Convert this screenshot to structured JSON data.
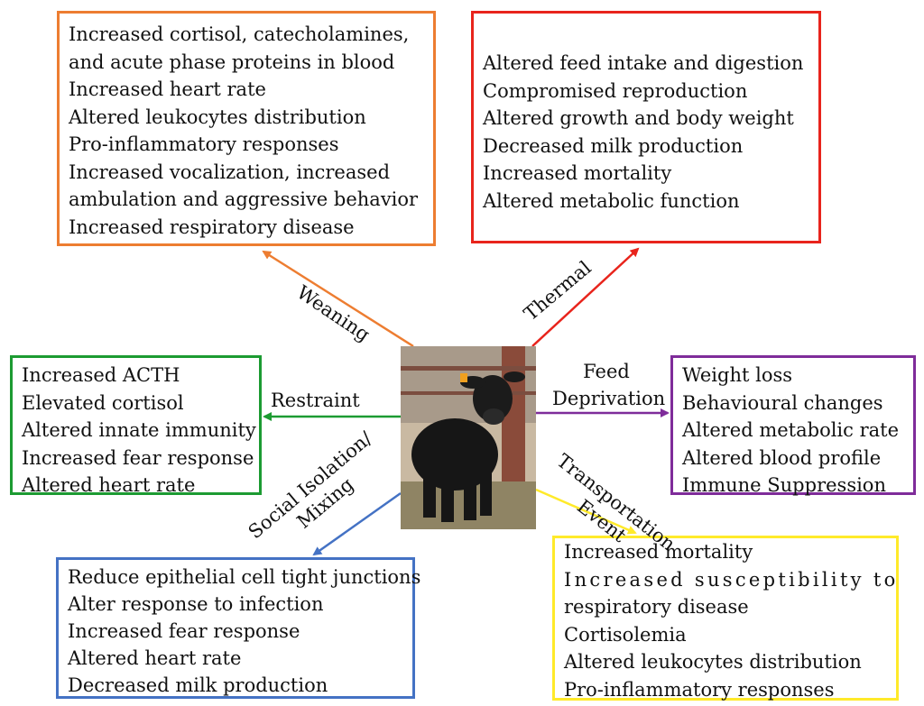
{
  "stressors": {
    "weaning": {
      "label": "Weaning",
      "color": "#ed7d31",
      "effects": [
        "Increased cortisol, catecholamines,",
        "and acute phase proteins in blood",
        "Increased heart rate",
        "Altered leukocytes distribution",
        "Pro-inflammatory responses",
        "Increased vocalization, increased",
        "ambulation and aggressive behavior",
        "Increased respiratory disease"
      ]
    },
    "thermal": {
      "label": "Thermal",
      "color": "#e8241c",
      "effects": [
        "Altered feed intake and digestion",
        "Compromised reproduction",
        "Altered growth and body weight",
        "Decreased milk production",
        "Increased mortality",
        "Altered metabolic function"
      ]
    },
    "restraint": {
      "label": "Restraint",
      "color": "#1c9b32",
      "effects": [
        "Increased ACTH",
        "Elevated cortisol",
        "Altered innate immunity",
        "Increased fear response",
        "Altered heart rate"
      ]
    },
    "feed_deprivation": {
      "label_line1": "Feed",
      "label_line2": "Deprivation",
      "color": "#7f2c9a",
      "effects": [
        "Weight loss",
        "Behavioural changes",
        "Altered metabolic rate",
        "Altered blood profile",
        "Immune Suppression"
      ]
    },
    "social_isolation": {
      "label_line1": "Social Isolation/",
      "label_line2": "Mixing",
      "color": "#4472c4",
      "effects": [
        "Reduce epithelial cell tight junctions",
        "Alter response to infection",
        "Increased fear response",
        "Altered heart rate",
        "Decreased milk production"
      ]
    },
    "transportation": {
      "label_line1": "Transportation",
      "label_line2": "Event",
      "color": "#ffea2a",
      "effects": [
        "Increased mortality",
        "Increased susceptibility to",
        "respiratory disease",
        "Cortisolemia",
        "Altered leukocytes distribution",
        "Pro-inflammatory responses"
      ]
    }
  },
  "center_image": {
    "icon": "black-calf-photo"
  }
}
